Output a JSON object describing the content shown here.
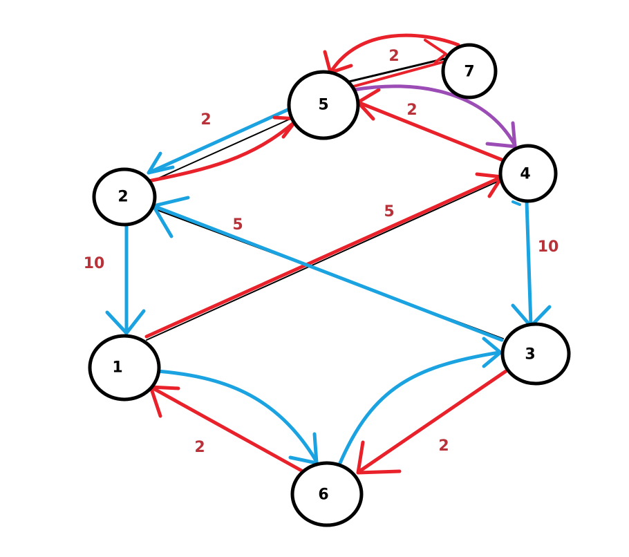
{
  "colors": {
    "red": "#e8212a",
    "blue": "#1aa3e0",
    "purple": "#9b4db5",
    "black": "#000000",
    "label_red": "#b8323a"
  },
  "nodes": [
    {
      "id": "1",
      "label": "1"
    },
    {
      "id": "2",
      "label": "2"
    },
    {
      "id": "3",
      "label": "3"
    },
    {
      "id": "4",
      "label": "4"
    },
    {
      "id": "5",
      "label": "5"
    },
    {
      "id": "6",
      "label": "6"
    },
    {
      "id": "7",
      "label": "7"
    }
  ],
  "edges": [
    {
      "from": "2",
      "to": "5",
      "color": "red"
    },
    {
      "from": "5",
      "to": "2",
      "color": "blue"
    },
    {
      "from": "5",
      "to": "7",
      "color": "black"
    },
    {
      "from": "7",
      "to": "5",
      "color": "red"
    },
    {
      "from": "4",
      "to": "5",
      "color": "red"
    },
    {
      "from": "5",
      "to": "4",
      "color": "purple"
    },
    {
      "from": "2",
      "to": "1",
      "color": "blue"
    },
    {
      "from": "1",
      "to": "4",
      "color": "red"
    },
    {
      "from": "3",
      "to": "2",
      "color": "blue"
    },
    {
      "from": "4",
      "to": "3",
      "color": "blue"
    },
    {
      "from": "1",
      "to": "6",
      "color": "blue"
    },
    {
      "from": "6",
      "to": "1",
      "color": "red"
    },
    {
      "from": "6",
      "to": "3",
      "color": "blue"
    },
    {
      "from": "3",
      "to": "6",
      "color": "red"
    }
  ],
  "edge_labels": {
    "w_7_5": "2",
    "w_2_5": "2",
    "w_4_5": "2",
    "w_2_1": "10",
    "w_3_2": "5",
    "w_1_4": "5",
    "w_4_3": "10",
    "w_6_1": "2",
    "w_3_6": "2"
  }
}
